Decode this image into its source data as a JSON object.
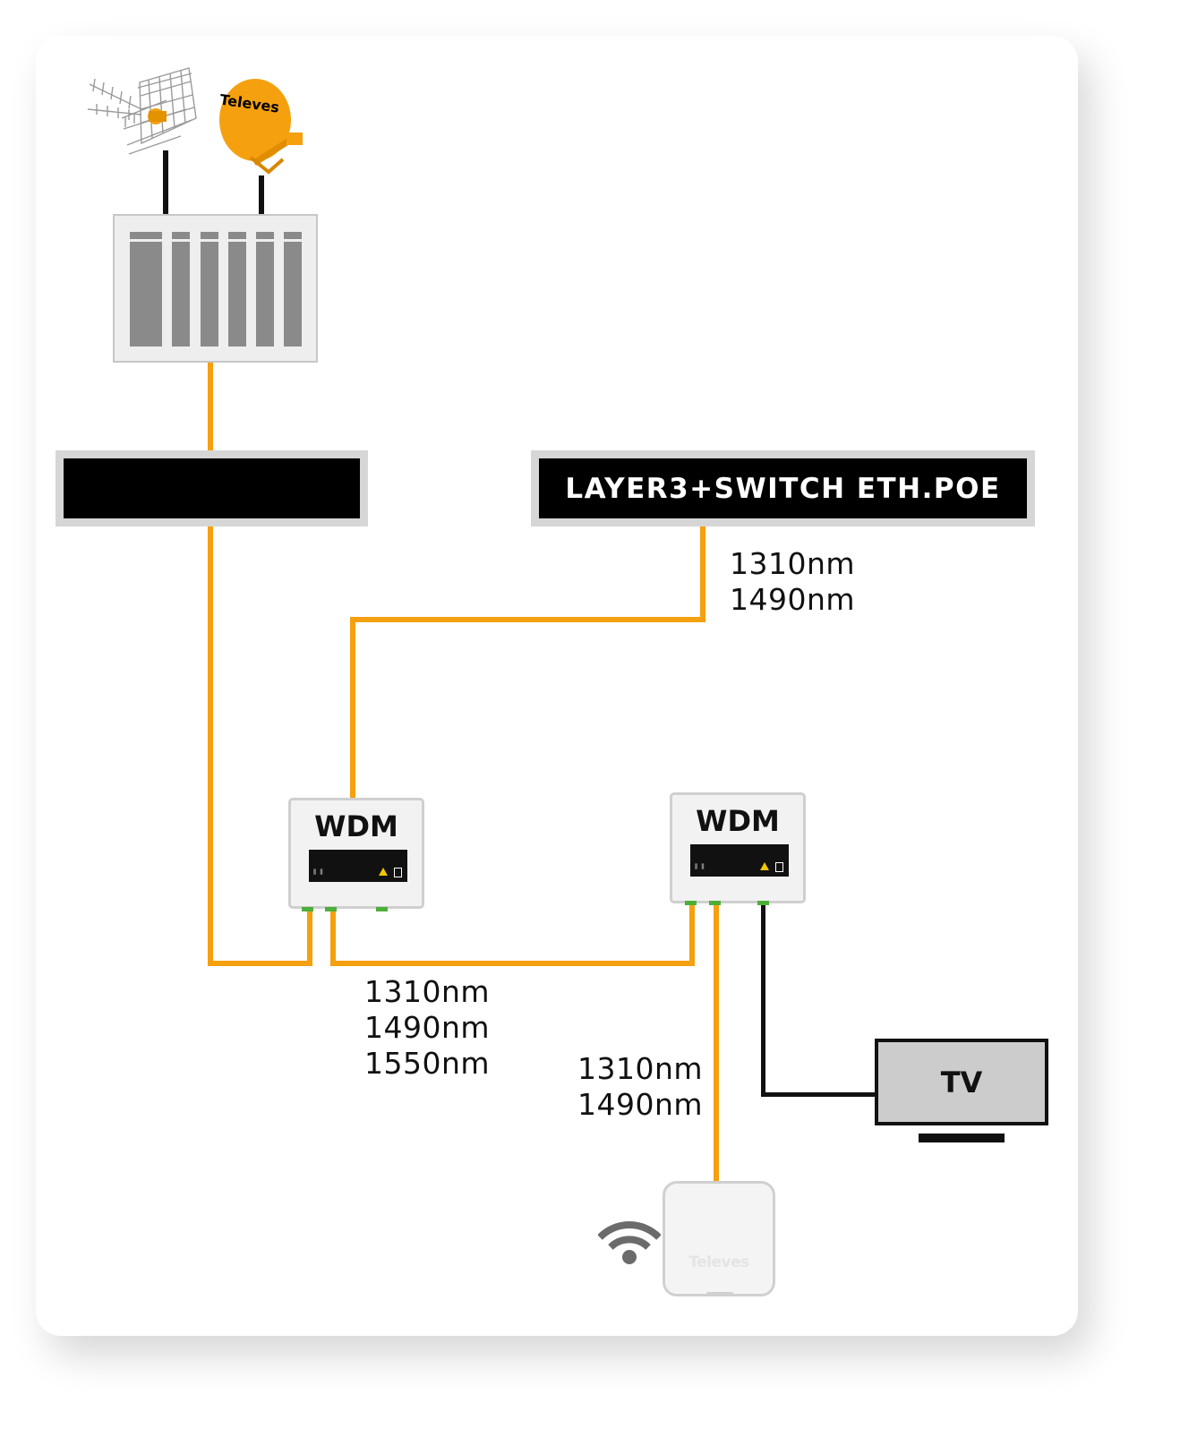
{
  "switch": {
    "label": "LAYER3+SWITCH ETH.POE"
  },
  "labels": {
    "switch_link": [
      "1310nm",
      "1490nm"
    ],
    "wdm_link": [
      "1310nm",
      "1490nm",
      "1550nm"
    ],
    "router_link": [
      "1310nm",
      "1490nm"
    ]
  },
  "wdm_left": {
    "title": "WDM"
  },
  "wdm_right": {
    "title": "WDM"
  },
  "tv": {
    "label": "TV"
  },
  "dish": {
    "brand": "Televes"
  },
  "router": {
    "brand": "Televes"
  },
  "colors": {
    "fiber": "#f5a00e",
    "coax": "#111111",
    "dish": "#f5a00e",
    "connector": "#4caf3a"
  }
}
